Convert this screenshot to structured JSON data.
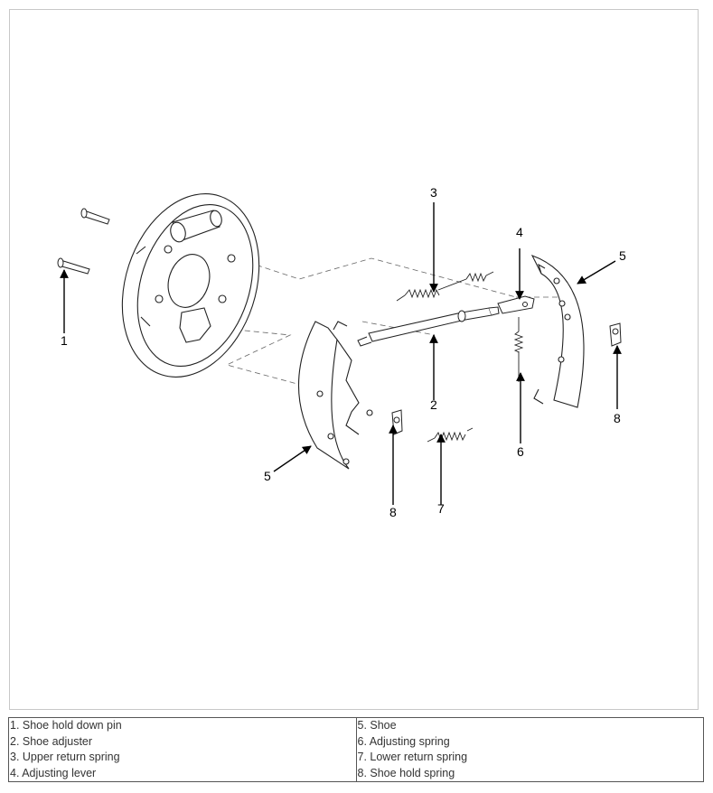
{
  "figure": {
    "callouts": {
      "c1": "1",
      "c2": "2",
      "c3": "3",
      "c4": "4",
      "c5a": "5",
      "c5b": "5",
      "c6": "6",
      "c7": "7",
      "c8a": "8",
      "c8b": "8"
    }
  },
  "legend": {
    "left": [
      "1. Shoe hold down pin",
      "2. Shoe adjuster",
      "3. Upper return spring",
      "4. Adjusting lever"
    ],
    "right": [
      "5. Shoe",
      "6. Adjusting spring",
      "7. Lower return spring",
      "8. Shoe hold spring"
    ]
  }
}
